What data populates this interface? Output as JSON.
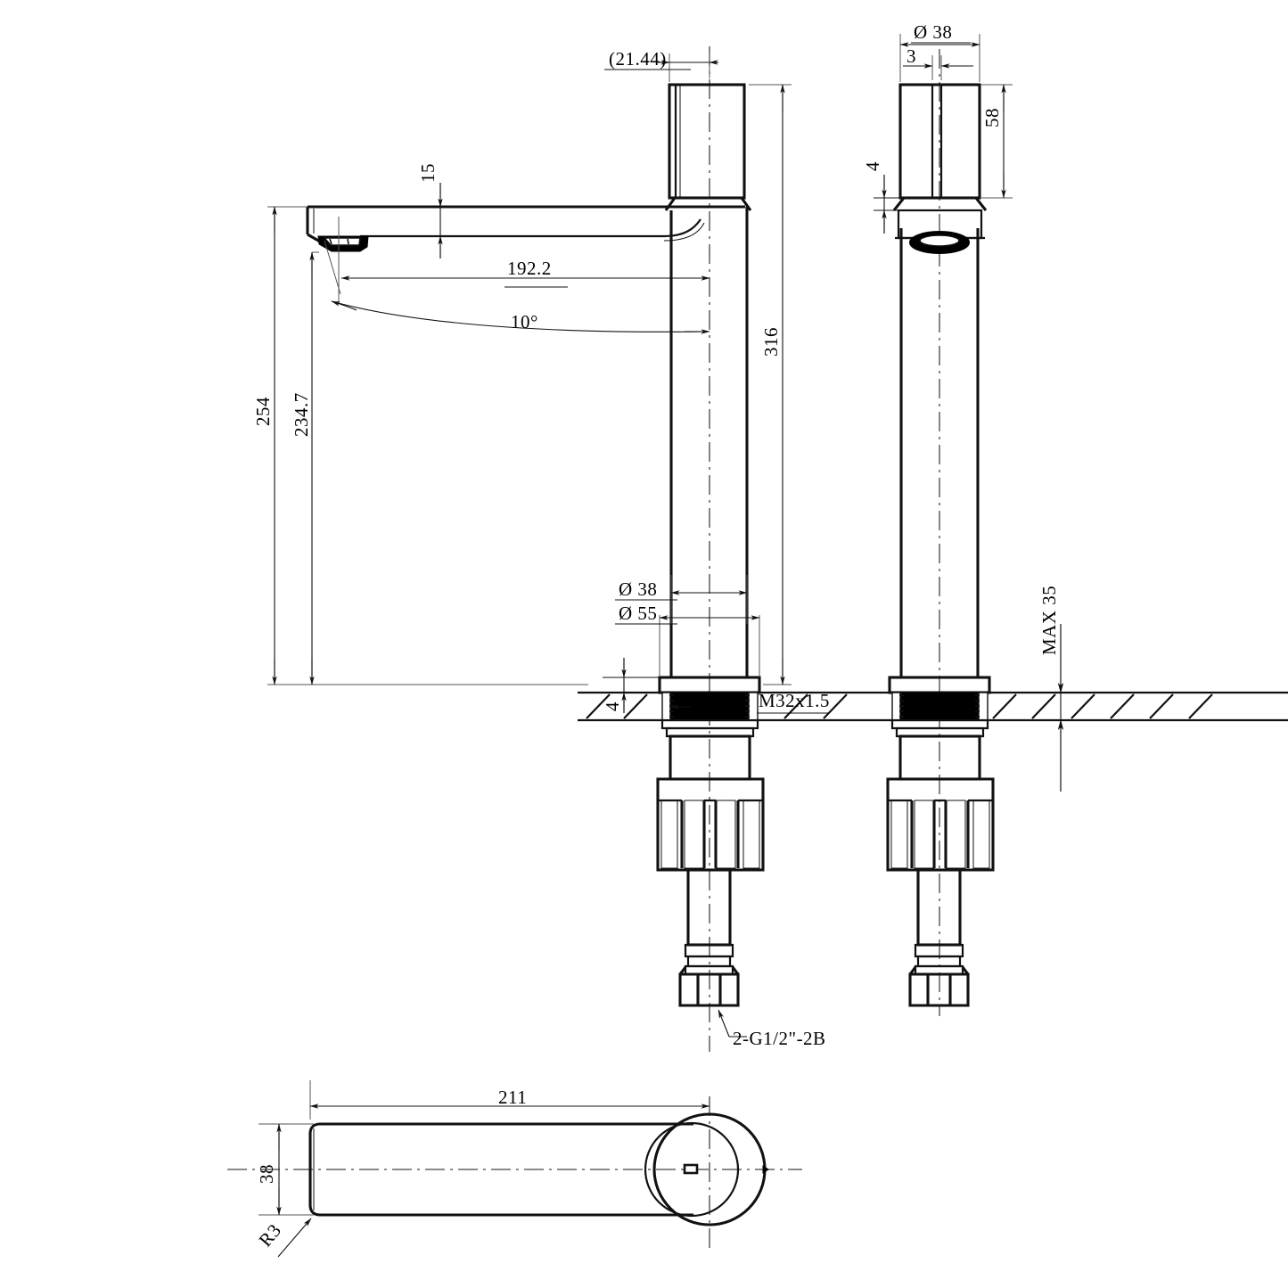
{
  "drawing": {
    "type": "engineering-drawing",
    "subject": "Single lever basin mixer tap / faucet",
    "units": "mm",
    "views": [
      {
        "name": "front-elevation",
        "label": ""
      },
      {
        "name": "side-elevation",
        "label": ""
      },
      {
        "name": "top-plan-spout",
        "label": ""
      }
    ]
  },
  "dimensions": {
    "handle_offset": "(21.44)",
    "spout_thickness": "15",
    "spout_reach": "192.2",
    "spout_angle": "10°",
    "overall_height_254": "254",
    "spout_height_234_7": "234.7",
    "body_height_316": "316",
    "handle_dia_38": "Ø 38",
    "handle_slot_3": "3",
    "handle_height_58": "58",
    "handle_gap_4": "4",
    "body_dia_38": "Ø 38",
    "base_dia_55": "Ø 55",
    "base_thickness_4": "4",
    "thread_spec": "M32x1.5",
    "deck_max": "MAX 35",
    "inlet_thread": "2-G1/2\"-2B",
    "spout_length_211": "211",
    "spout_width_38": "38",
    "corner_radius_r3": "R3"
  },
  "colors": {
    "line": "#1a1a1a",
    "thin": "#555555",
    "background": "#ffffff",
    "fill_solid": "#000000"
  }
}
